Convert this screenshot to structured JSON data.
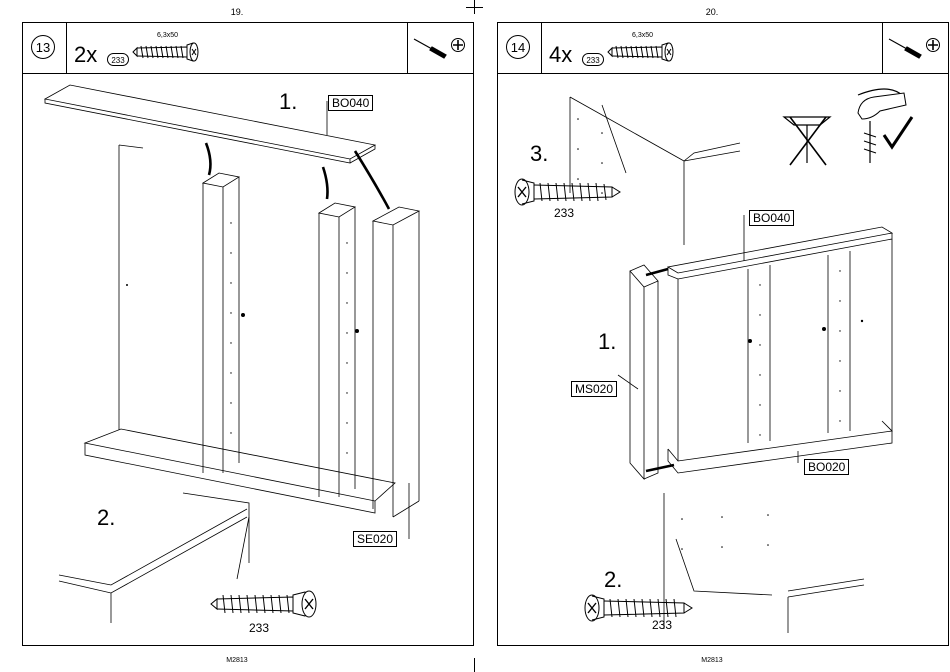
{
  "pages": [
    {
      "page_number": "19.",
      "footer": "M2813",
      "step": "13",
      "quantity": "2x",
      "part_number": "233",
      "screw_size": "6,3x50",
      "labels": {
        "step1": "1.",
        "step2": "2.",
        "part_top": "BO040",
        "part_side": "SE020",
        "screw_label": "233"
      }
    },
    {
      "page_number": "20.",
      "footer": "M2813",
      "step": "14",
      "quantity": "4x",
      "part_number": "233",
      "screw_size": "6,3x50",
      "labels": {
        "step1": "1.",
        "step2": "2.",
        "step3": "3.",
        "part_top": "BO040",
        "part_side": "MS020",
        "part_bottom": "BO020",
        "screw_label_top": "233",
        "screw_label_bottom": "233"
      }
    }
  ]
}
